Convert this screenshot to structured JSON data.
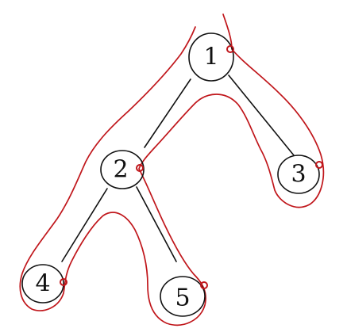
{
  "tree": {
    "nodes": [
      {
        "id": "node-1",
        "label": "1"
      },
      {
        "id": "node-2",
        "label": "2"
      },
      {
        "id": "node-3",
        "label": "3"
      },
      {
        "id": "node-4",
        "label": "4"
      },
      {
        "id": "node-5",
        "label": "5"
      }
    ],
    "edges": [
      {
        "from": "1",
        "to": "2"
      },
      {
        "from": "1",
        "to": "3"
      },
      {
        "from": "2",
        "to": "4"
      },
      {
        "from": "2",
        "to": "5"
      }
    ]
  },
  "colors": {
    "ink": "#111111",
    "traversal": "#c0161b",
    "background": "#ffffff"
  }
}
